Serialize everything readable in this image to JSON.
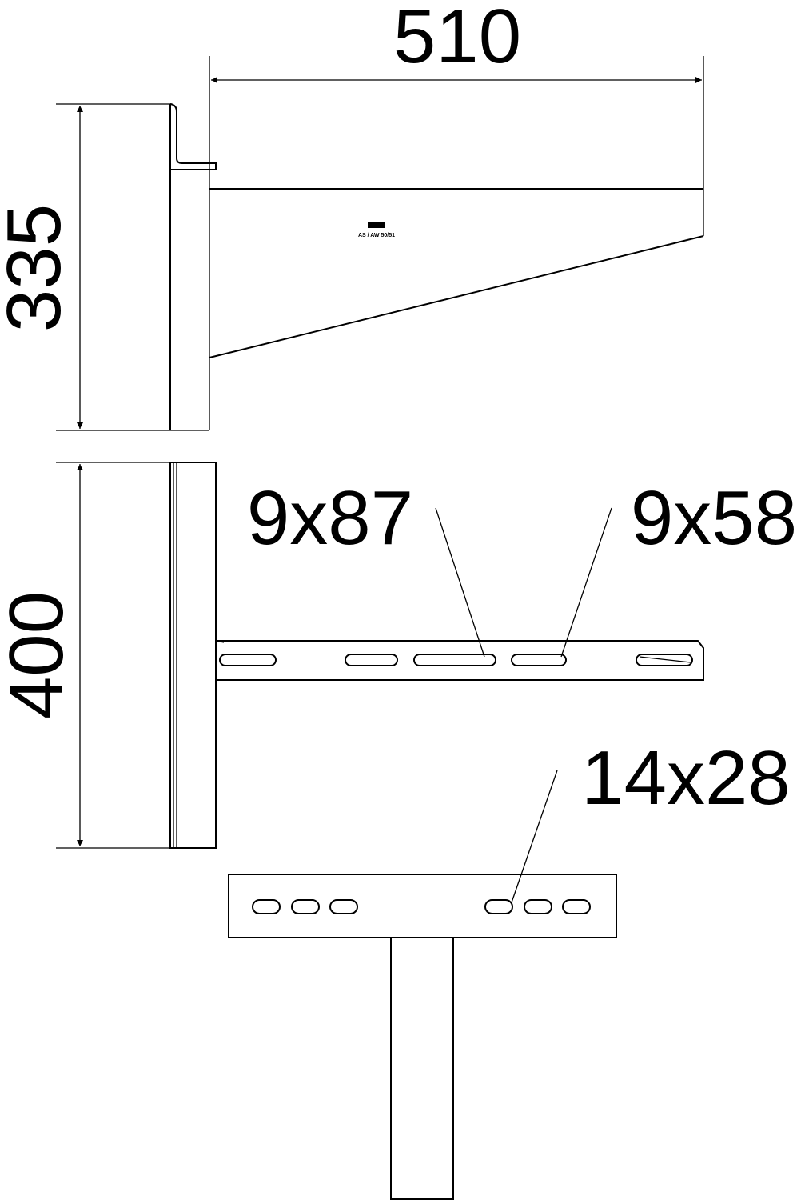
{
  "drawing": {
    "dimensions": {
      "arm_length": "510",
      "bracket_height": "335",
      "plate_height": "400"
    },
    "callouts": {
      "slot_long": "9x87",
      "slot_short": "9x58",
      "plate_hole": "14x28"
    },
    "marking": "AS / AW 50/51",
    "line_color": "#000000",
    "background_color": "#ffffff"
  }
}
